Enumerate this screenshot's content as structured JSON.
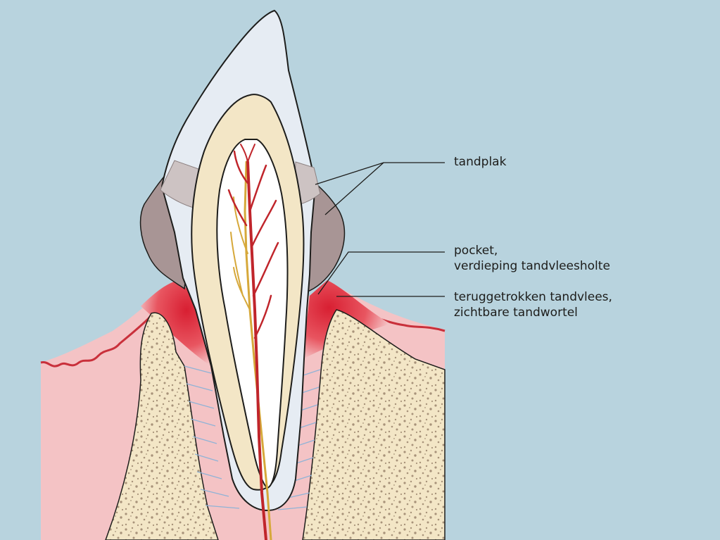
{
  "labels": {
    "plaque": "tandplak",
    "pocket_line1": "pocket,",
    "pocket_line2": "verdieping tandvleesholte",
    "recession_line1": "teruggetrokken tandvlees,",
    "recession_line2": "zichtbare tandwortel"
  },
  "colors": {
    "background": "#b8d3de",
    "enamel": "#e6ecf3",
    "dentin": "#f3e6c6",
    "pulp": "#ffffff",
    "plaque": "#b7a6a6",
    "gum": "#f4c3c5",
    "inflamed_gum": "#e0323f",
    "bone": "#f3e6c6",
    "bone_spots": "#a8937a",
    "nerve": "#c0252b",
    "vessel": "#d6a83a",
    "ligament": "#8fb3d6"
  }
}
